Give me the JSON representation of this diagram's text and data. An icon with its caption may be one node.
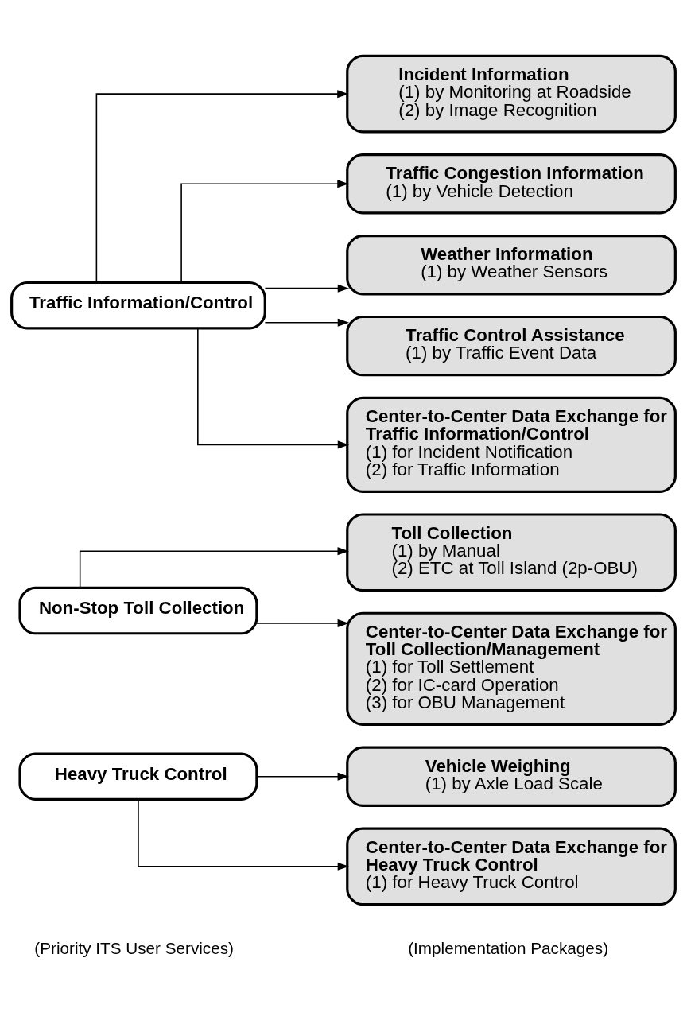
{
  "diagram": {
    "nodes": [
      {
        "text": [
          "Traffic Information/Control"
        ]
      },
      {
        "text": [
          "Incident Information",
          "(1) by Monitoring at Roadside",
          "(2) by Image Recognition"
        ]
      },
      {
        "text": [
          "Traffic Congestion Information",
          "(1) by Vehicle Detection"
        ]
      },
      {
        "text": [
          "Weather Information",
          "(1) by Weather Sensors"
        ]
      },
      {
        "text": [
          "Traffic Control Assistance",
          "(1) by Traffic Event Data"
        ]
      },
      {
        "text": [
          "Center-to-Center Data Exchange for Traffic Information/Control",
          "(1) for Incident Notification",
          "(2) for Traffic Information"
        ]
      },
      {
        "text": [
          "Non-Stop Toll Collection"
        ]
      },
      {
        "text": [
          "Toll Collection",
          "(1) by Manual",
          "(2) ETC at Toll Island (2p-OBU)"
        ]
      },
      {
        "text": [
          "Center-to-Center Data Exchange for Toll Collection/Management",
          "(1) for Toll Settlement",
          "(2) for IC-card Operation",
          "(3) for OBU Management"
        ]
      },
      {
        "text": [
          "Heavy Truck Control"
        ]
      },
      {
        "text": [
          "Vehicle Weighing",
          "(1) by Axle Load Scale"
        ]
      },
      {
        "text": [
          "Center-to-Center Data Exchange for Heavy Truck Control",
          "(1) for Heavy Truck Control"
        ]
      }
    ],
    "edges": [
      {
        "from": 0,
        "to": 1,
        "arrow": "to"
      },
      {
        "from": 0,
        "to": 2,
        "arrow": "to"
      },
      {
        "from": 0,
        "to": 3,
        "arrow": "to"
      },
      {
        "from": 0,
        "to": 4,
        "arrow": "to"
      },
      {
        "from": 0,
        "to": 5,
        "arrow": "to"
      },
      {
        "from": 6,
        "to": 7,
        "arrow": "to"
      },
      {
        "from": 6,
        "to": 8,
        "arrow": "to"
      },
      {
        "from": 9,
        "to": 10,
        "arrow": "to"
      },
      {
        "from": 9,
        "to": 11,
        "arrow": "to"
      }
    ],
    "labels": [
      "(Priority ITS User Services)",
      "(Implementation Packages)"
    ]
  }
}
